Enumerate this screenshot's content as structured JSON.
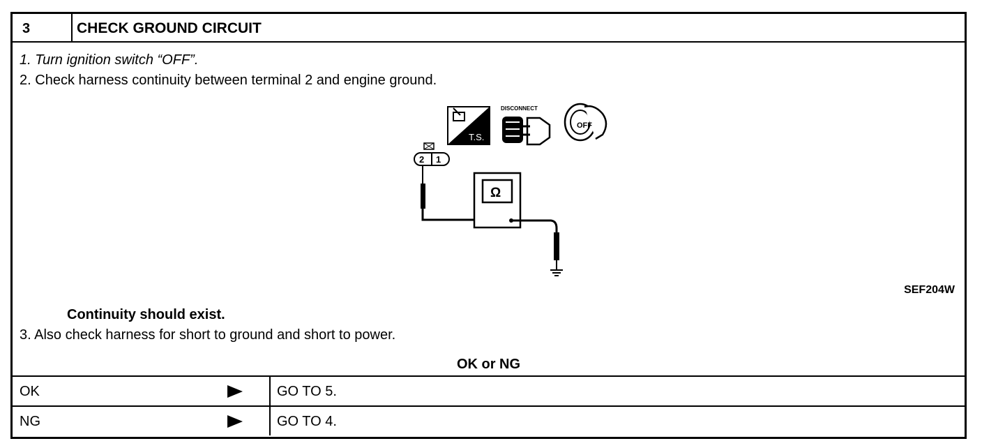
{
  "header": {
    "step": "3",
    "title": "CHECK GROUND CIRCUIT"
  },
  "steps": [
    {
      "num": "1.",
      "text": "Turn ignition switch “OFF”."
    },
    {
      "num": "2.",
      "text": "Check harness continuity between terminal 2 and engine ground."
    },
    {
      "num": "3.",
      "text": "Also check harness for short to ground and short to power."
    }
  ],
  "diagram": {
    "icons": [
      "ts-icon",
      "disconnect-icon",
      "ignition-off-icon"
    ],
    "disconnect_label": "DISCONNECT",
    "ts_label": "T.S.",
    "key_label": "OFF",
    "connector_terminals": [
      "2",
      "1"
    ],
    "meter_symbol": "Ω",
    "reference": "SEF204W"
  },
  "expected": "Continuity should exist.",
  "result_heading": "OK or NG",
  "results": [
    {
      "label": "OK",
      "action": "GO TO 5."
    },
    {
      "label": "NG",
      "action": "GO TO 4."
    }
  ]
}
